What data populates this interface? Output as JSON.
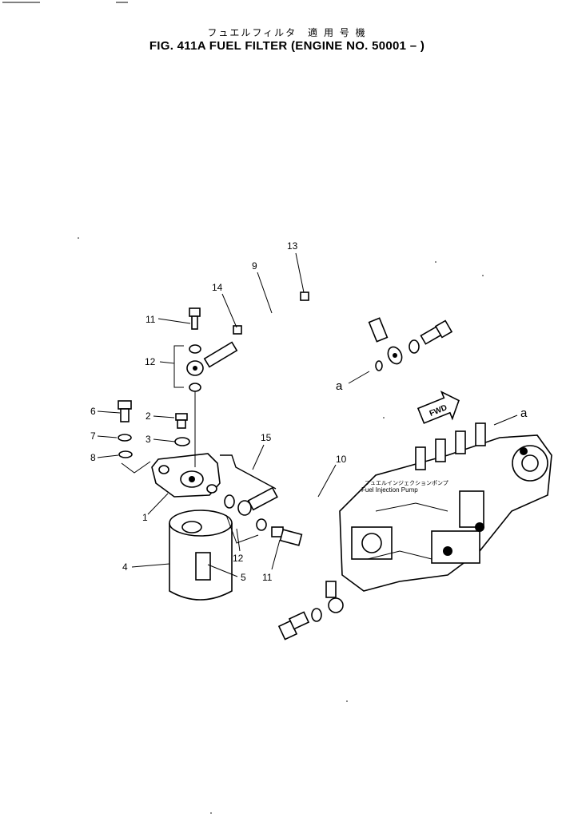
{
  "title_jp": "フュエルフィルタ　適 用 号 機",
  "title": "FIG. 411A   FUEL FILTER (ENGINE NO. 50001 – )",
  "labels": {
    "p1": "1",
    "p2": "2",
    "p3": "3",
    "p4": "4",
    "p5": "5",
    "p6": "6",
    "p7": "7",
    "p8": "8",
    "p9": "9",
    "p10": "10",
    "p11a": "11",
    "p11b": "11",
    "p12a": "12",
    "p12b": "12",
    "p13": "13",
    "p14": "14",
    "p15": "15",
    "ref_a1": "a",
    "ref_a2": "a",
    "fwd": "FWD",
    "pump_jp": "フュエルインジェクションポンプ",
    "pump_en": "Fuel Injection Pump"
  }
}
